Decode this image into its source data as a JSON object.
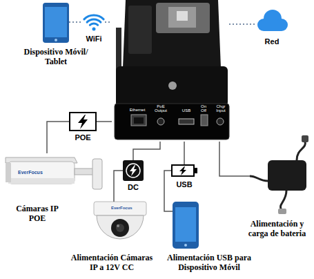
{
  "diagram": {
    "nodes": [
      {
        "text": [
          "Dispositivo Móvil/ Tablet"
        ]
      },
      {
        "text": [
          "WiFi"
        ]
      },
      {
        "text": [
          "Red"
        ]
      },
      {
        "text": [
          "Ethernet",
          "PoE Output",
          "USB",
          "On Off",
          "Chgr Input"
        ]
      },
      {
        "text": [
          "POE"
        ]
      },
      {
        "text": [
          "Cámaras IP POE"
        ]
      },
      {
        "text": [
          "DC"
        ]
      },
      {
        "text": [
          "Alimentación Cámaras IP a 12V CC"
        ]
      },
      {
        "text": [
          "USB"
        ]
      },
      {
        "text": [
          "Alimentación USB para Dispositivo Móvil"
        ]
      },
      {
        "text": [
          "Alimentación y carga de bateria"
        ]
      }
    ],
    "edges": [
      {
        "from": 0,
        "to": 1,
        "arrow": "none"
      },
      {
        "from": 1,
        "to": 3,
        "arrow": "none"
      },
      {
        "from": 3,
        "to": 2,
        "arrow": "none"
      },
      {
        "from": 3,
        "to": 4,
        "arrow": "none"
      },
      {
        "from": 4,
        "to": 5,
        "arrow": "none"
      },
      {
        "from": 3,
        "to": 6,
        "arrow": "none"
      },
      {
        "from": 6,
        "to": 7,
        "arrow": "none"
      },
      {
        "from": 3,
        "to": 8,
        "arrow": "none"
      },
      {
        "from": 8,
        "to": 9,
        "arrow": "none"
      },
      {
        "from": 3,
        "to": 10,
        "arrow": "none"
      }
    ],
    "labels": [
      "EverFocus",
      "EverFocus"
    ]
  }
}
